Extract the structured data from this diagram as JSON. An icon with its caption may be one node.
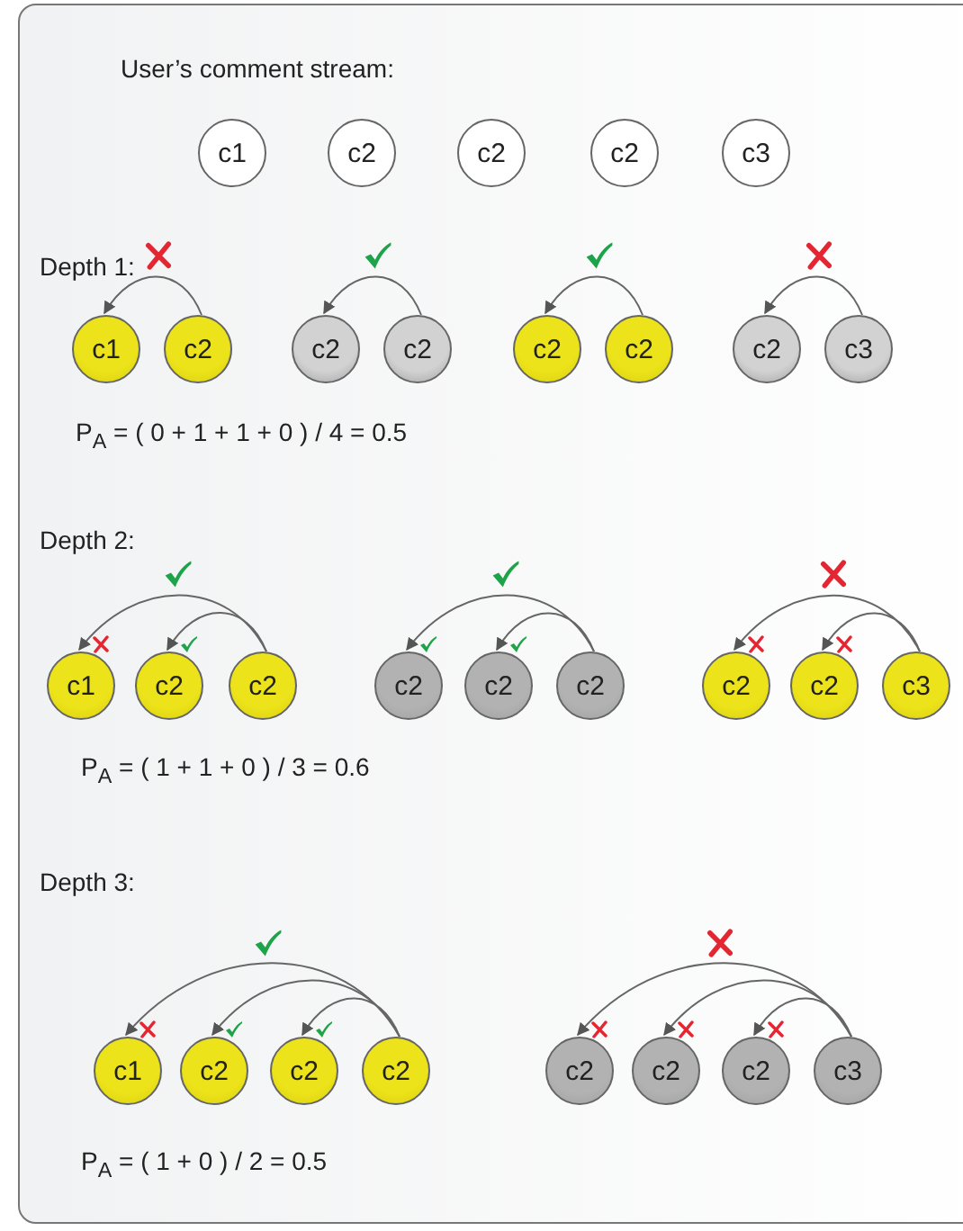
{
  "diagram": {
    "nodes": [
      {
        "text": [
          "c1"
        ]
      },
      {
        "text": [
          "c2"
        ]
      },
      {
        "text": [
          "c2"
        ]
      },
      {
        "text": [
          "c2"
        ]
      },
      {
        "text": [
          "c3"
        ]
      },
      {
        "text": [
          "c1"
        ]
      },
      {
        "text": [
          "c2"
        ]
      },
      {
        "text": [
          "c2"
        ]
      },
      {
        "text": [
          "c2"
        ]
      },
      {
        "text": [
          "c2"
        ]
      },
      {
        "text": [
          "c2"
        ]
      },
      {
        "text": [
          "c2"
        ]
      },
      {
        "text": [
          "c3"
        ]
      },
      {
        "text": [
          "c1"
        ]
      },
      {
        "text": [
          "c2"
        ]
      },
      {
        "text": [
          "c2"
        ]
      },
      {
        "text": [
          "c2"
        ]
      },
      {
        "text": [
          "c2"
        ]
      },
      {
        "text": [
          "c2"
        ]
      },
      {
        "text": [
          "c2"
        ]
      },
      {
        "text": [
          "c2"
        ]
      },
      {
        "text": [
          "c3"
        ]
      },
      {
        "text": [
          "c1"
        ]
      },
      {
        "text": [
          "c2"
        ]
      },
      {
        "text": [
          "c2"
        ]
      },
      {
        "text": [
          "c2"
        ]
      },
      {
        "text": [
          "c2"
        ]
      },
      {
        "text": [
          "c2"
        ]
      },
      {
        "text": [
          "c2"
        ]
      },
      {
        "text": [
          "c3"
        ]
      }
    ],
    "edges": [
      {
        "from": 6,
        "to": 5,
        "arrow": "to"
      },
      {
        "from": 8,
        "to": 7,
        "arrow": "to"
      },
      {
        "from": 10,
        "to": 9,
        "arrow": "to"
      },
      {
        "from": 12,
        "to": 11,
        "arrow": "to"
      },
      {
        "from": 15,
        "to": 13,
        "arrow": "to"
      },
      {
        "from": 15,
        "to": 14,
        "arrow": "to"
      },
      {
        "from": 18,
        "to": 16,
        "arrow": "to"
      },
      {
        "from": 18,
        "to": 17,
        "arrow": "to"
      },
      {
        "from": 21,
        "to": 19,
        "arrow": "to"
      },
      {
        "from": 21,
        "to": 20,
        "arrow": "to"
      },
      {
        "from": 25,
        "to": 22,
        "arrow": "to"
      },
      {
        "from": 25,
        "to": 23,
        "arrow": "to"
      },
      {
        "from": 25,
        "to": 24,
        "arrow": "to"
      },
      {
        "from": 29,
        "to": 26,
        "arrow": "to"
      },
      {
        "from": 29,
        "to": 27,
        "arrow": "to"
      },
      {
        "from": 29,
        "to": 28,
        "arrow": "to"
      }
    ],
    "labels": [
      "User’s comment stream:",
      "Depth 1:",
      "P$_{A}$ = ( 0 + 1 + 1 + 0 ) / 4 = 0.5",
      "Depth 2:",
      "P$_{A}$ = ( 1 + 1 + 0 ) / 3 = 0.6",
      "Depth 3:",
      "P$_{A}$ = ( 1 + 0 ) / 2 = 0.5"
    ]
  }
}
